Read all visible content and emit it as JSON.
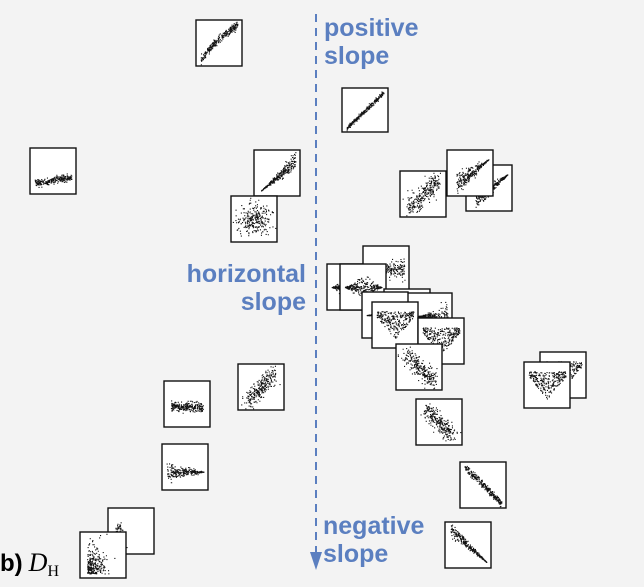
{
  "colors": {
    "accent": "#5b7fc0",
    "ink": "#111111",
    "tile_background": "#ffffff",
    "page_background": "#f3f3f3"
  },
  "labels": {
    "positive": [
      "positive",
      "slope"
    ],
    "horizontal": [
      "horizontal",
      "slope"
    ],
    "negative": [
      "negative",
      "slope"
    ]
  },
  "panel": {
    "letter": "b)",
    "symbol": "D",
    "subscript": "H"
  }
}
